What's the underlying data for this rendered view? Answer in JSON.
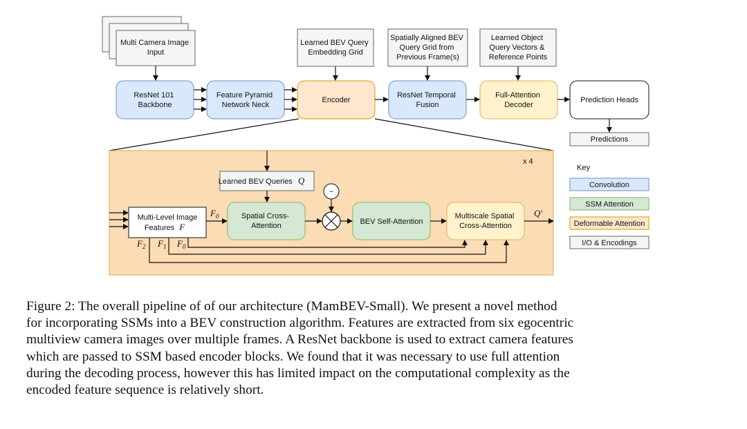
{
  "diagram": {
    "nodes": {
      "input_stack": [
        "Multi Camera Image",
        "Input"
      ],
      "bev_query_grid": [
        "Learned BEV Query",
        "Embedding Grid"
      ],
      "aligned_grid": [
        "Spatially Aligned BEV",
        "Query Grid from",
        "Previous Frame(s)"
      ],
      "object_queries": [
        "Learned Object",
        "Query Vectors &",
        "Reference Points"
      ],
      "resnet": [
        "ResNet 101",
        "Backbone"
      ],
      "fpn": [
        "Feature Pyramid",
        "Network Neck"
      ],
      "encoder": [
        "Encoder"
      ],
      "temporal": [
        "ResNet Temporal",
        "Fusion"
      ],
      "decoder": [
        "Full-Attention",
        "Decoder"
      ],
      "prediction_heads": [
        "Prediction Heads"
      ],
      "predictions": [
        "Predictions"
      ],
      "bev_queries": "Learned BEV Queries",
      "bev_queries_symbol": "Q",
      "multi_level": "Multi-Level Image",
      "multi_level_2": "Features",
      "multi_level_symbol": "F",
      "spatial_cross": [
        "Spatial Cross-",
        "Attention"
      ],
      "bev_self": [
        "BEV Self-Attention"
      ],
      "multiscale": [
        "Multiscale Spatial",
        "Cross-Attention"
      ]
    },
    "symbols": {
      "tilde": "~",
      "times": "⊗",
      "f0": "F",
      "f0_sub": "0",
      "f0b": "F",
      "f0b_sub": "0",
      "f1": "F",
      "f1_sub": "1",
      "f2": "F",
      "f2_sub": "2",
      "q_prime": "Q′",
      "repeat": "x 4"
    },
    "key": {
      "title": "Key",
      "items": [
        "Convolution",
        "SSM Attention",
        "Deformable Attention",
        "I/O & Encodings"
      ]
    },
    "colors": {
      "blue_fill": "#dae8fc",
      "blue_stroke": "#6c8ebf",
      "green_fill": "#d5e8d4",
      "green_stroke": "#82b366",
      "orange_fill": "#ffe6cc",
      "orange_stroke": "#d79b00",
      "yellow_fill": "#fff2cc",
      "yellow_stroke": "#d6b656",
      "gray_fill": "#f5f5f5",
      "gray_stroke": "#666666",
      "panel_fill": "#fbdcb4",
      "panel_stroke": "#e3a64c"
    }
  },
  "caption": {
    "lines": [
      "Figure 2: The overall pipeline of of our architecture (MamBEV-Small). We present a novel method",
      "for incorporating SSMs into a BEV construction algorithm. Features are extracted from six egocentric",
      "multiview camera images over multiple frames. A ResNet backbone is used to extract camera features",
      "which are passed to SSM based encoder blocks. We found that it was necessary to use full attention",
      "during the decoding process, however this has limited impact on the computational complexity as the",
      "encoded feature sequence is relatively short."
    ]
  }
}
